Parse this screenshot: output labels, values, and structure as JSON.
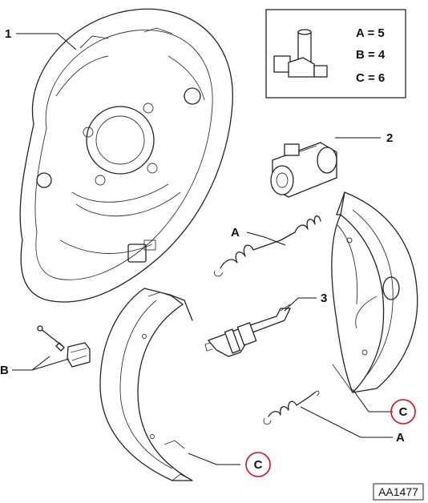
{
  "callouts": {
    "c1": "1",
    "c2": "2",
    "c3": "3",
    "a_upper": "A",
    "a_lower": "A",
    "b": "B",
    "c_right": "C",
    "c_lower": "C"
  },
  "legend": {
    "rows": [
      {
        "key": "A = 5"
      },
      {
        "key": "B = 4"
      },
      {
        "key": "C = 6"
      }
    ]
  },
  "drawing_code": "AA1477",
  "colors": {
    "highlight_ring": "#d01020",
    "line": "#222222"
  }
}
